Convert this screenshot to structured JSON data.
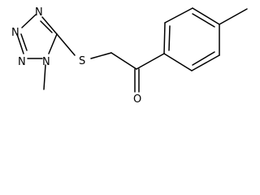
{
  "molecule": {
    "atoms": {
      "n1": "N",
      "n2": "N",
      "n3": "N",
      "n4": "N",
      "s": "S",
      "o": "O"
    },
    "colors": {
      "bond": "#000000",
      "text": "#000000",
      "background": "#ffffff"
    }
  }
}
